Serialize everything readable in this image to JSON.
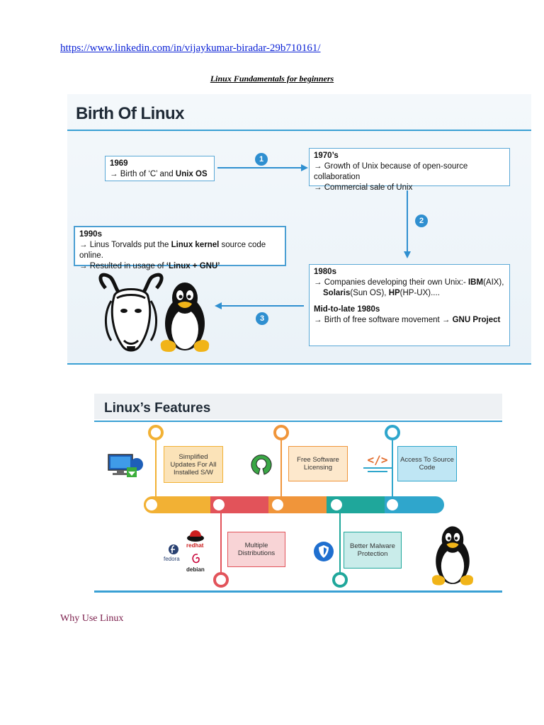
{
  "header": {
    "link": "https://www.linkedin.com/in/vijaykumar-biradar-29b710161/",
    "doc_title": "Linux Fundamentals for beginners"
  },
  "birth": {
    "title": "Birth Of Linux",
    "steps": [
      "1",
      "2",
      "3"
    ],
    "box1969": {
      "year": "1969",
      "line1_pre": "→ Birth of ‘C’ and ",
      "line1_bold": "Unix OS"
    },
    "box1970": {
      "year": "1970’s",
      "line1": "→ Growth of Unix because of open-source collaboration",
      "line2": "→ Commercial sale of Unix"
    },
    "box1990": {
      "year": "1990s",
      "line1_pre": "→ Linus Torvalds put the ",
      "line1_bold": "Linux kernel",
      "line1_post": " source code online.",
      "line2_pre": "→ Resulted in usage of ",
      "line2_bold": "‘Linux + GNU’"
    },
    "box1980": {
      "year": "1980s",
      "line1_pre": "→ Companies developing their own Unix:- ",
      "ibm": "IBM",
      "ibm_paren": "(AIX),",
      "solaris": "Solaris",
      "solaris_paren": "(Sun OS), ",
      "hp": "HP",
      "hp_paren": "(HP-UX)....",
      "sub": "Mid-to-late 1980s",
      "line2_pre": "→ Birth of free software movement → ",
      "line2_bold": "GNU Project"
    }
  },
  "features": {
    "title": "Linux’s Features",
    "top": [
      {
        "label": "Simplified Updates For All Installed S/W",
        "color": "#fbe3b8",
        "ring": "#f2b134"
      },
      {
        "label": "Free Software Licensing",
        "color": "#fde8cc",
        "ring": "#f0953a"
      },
      {
        "label": "Access To Source Code",
        "color": "#bfe6f4",
        "ring": "#2fa6cc"
      }
    ],
    "bottom": [
      {
        "label": "Multiple Distributions",
        "color": "#f8d4d6",
        "ring": "#e2535a"
      },
      {
        "label": "Better Malware Protection",
        "color": "#c9ecea",
        "ring": "#1fa79b"
      }
    ],
    "distro_names": {
      "fedora": "fedora",
      "redhat": "redhat",
      "debian": "debian"
    },
    "code_icon": "</>"
  },
  "footer": {
    "why": "Why Use Linux"
  },
  "icons": [
    "gnu-head-icon",
    "tux-penguin-icon",
    "update-monitor-icon",
    "open-source-icon",
    "code-tag-icon",
    "fedora-icon",
    "redhat-icon",
    "debian-icon",
    "shield-icon"
  ],
  "colors": {
    "accent": "#3aa0d4",
    "link": "#0b22d6",
    "why": "#7a1c4a"
  }
}
